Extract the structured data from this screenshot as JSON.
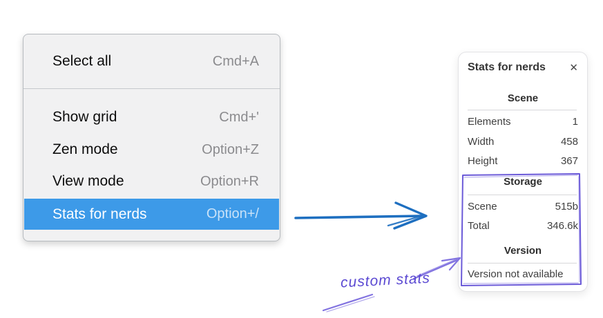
{
  "menu": {
    "items": [
      {
        "label": "Select all",
        "shortcut": "Cmd+A"
      },
      {
        "label": "Show grid",
        "shortcut": "Cmd+'"
      },
      {
        "label": "Zen mode",
        "shortcut": "Option+Z"
      },
      {
        "label": "View mode",
        "shortcut": "Option+R"
      },
      {
        "label": "Stats for nerds",
        "shortcut": "Option+/"
      }
    ],
    "selected_item": "Stats for nerds"
  },
  "stats_panel": {
    "title": "Stats for nerds",
    "sections": {
      "scene": {
        "heading": "Scene",
        "rows": [
          {
            "label": "Elements",
            "value": "1"
          },
          {
            "label": "Width",
            "value": "458"
          },
          {
            "label": "Height",
            "value": "367"
          }
        ]
      },
      "storage": {
        "heading": "Storage",
        "rows": [
          {
            "label": "Scene",
            "value": "515b"
          },
          {
            "label": "Total",
            "value": "346.6k"
          }
        ]
      },
      "version": {
        "heading": "Version",
        "note": "Version not available"
      }
    }
  },
  "annotation": {
    "text": "custom stats"
  },
  "icons": {
    "close": "✕"
  },
  "colors": {
    "menu_highlight": "#3d9ae8",
    "arrow_blue": "#1e6fc0",
    "annotation_purple": "#6b5ad8",
    "annotation_purple_light": "#8273e0"
  }
}
